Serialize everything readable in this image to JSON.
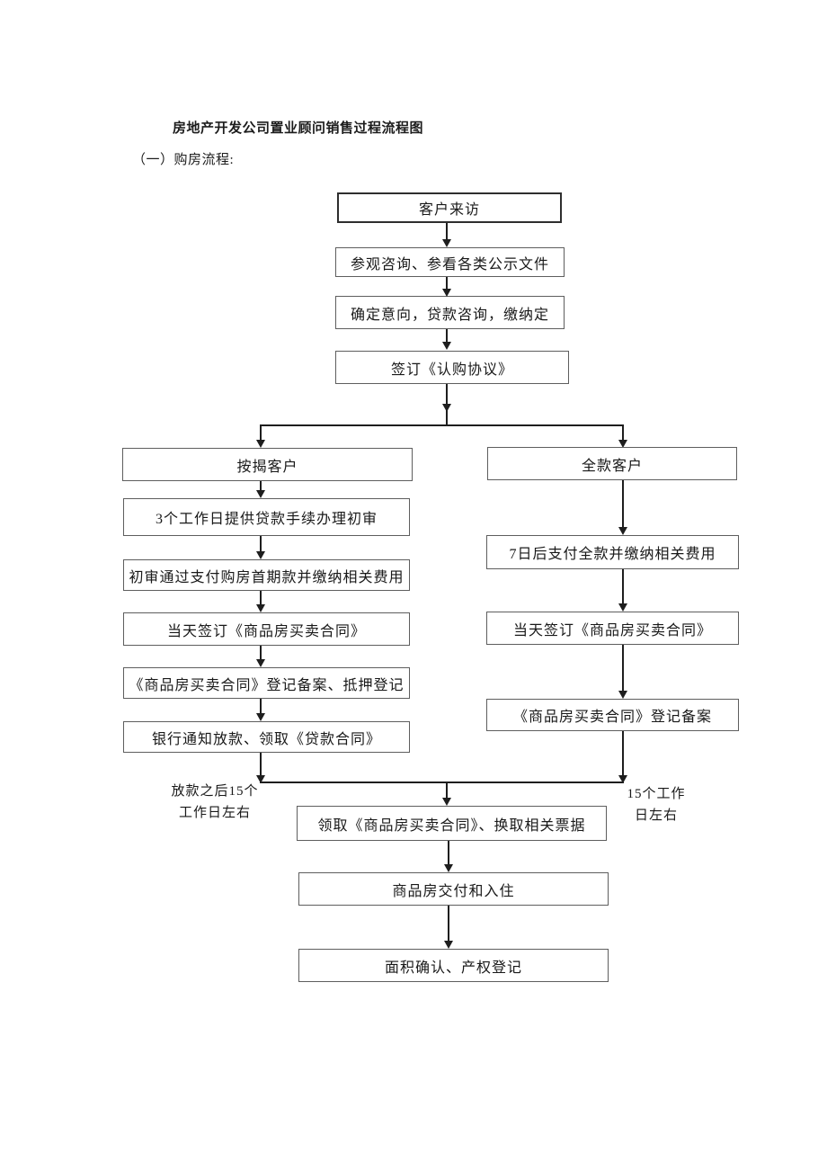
{
  "page": {
    "title": "房地产开发公司置业顾问销售过程流程图",
    "subtitle": "（一）购房流程:"
  },
  "flowchart": {
    "nodes": {
      "visit": "客户来访",
      "consult": "参观咨询、参看各类公示文件",
      "intent": "确定意向，贷款咨询，缴纳定",
      "subscribe": "签订《认购协议》",
      "mortgage_customer": "按揭客户",
      "full_payment_customer": "全款客户",
      "l_initial_review": "3个工作日提供贷款手续办理初审",
      "l_down_payment": "初审通过支付购房首期款并缴纳相关费用",
      "l_sign_contract": "当天签订《商品房买卖合同》",
      "l_register_mortgage": "《商品房买卖合同》登记备案、抵押登记",
      "l_bank_loan": "银行通知放款、领取《贷款合同》",
      "r_pay_full": "7日后支付全款并缴纳相关费用",
      "r_sign_contract": "当天签订《商品房买卖合同》",
      "r_register": "《商品房买卖合同》登记备案",
      "collect_contract": "领取《商品房买卖合同》、换取相关票据",
      "delivery": "商品房交付和入住",
      "area_confirm": "面积确认、产权登记"
    },
    "annotations": {
      "left_duration_line1": "放款之后15个",
      "left_duration_line2": "工作日左右",
      "right_duration_line1": "15个工作",
      "right_duration_line2": "日左右"
    },
    "colors": {
      "line": "#1e1e1e",
      "box_border": "#5e5e5e",
      "text": "#191919",
      "background": "#ffffff"
    }
  }
}
